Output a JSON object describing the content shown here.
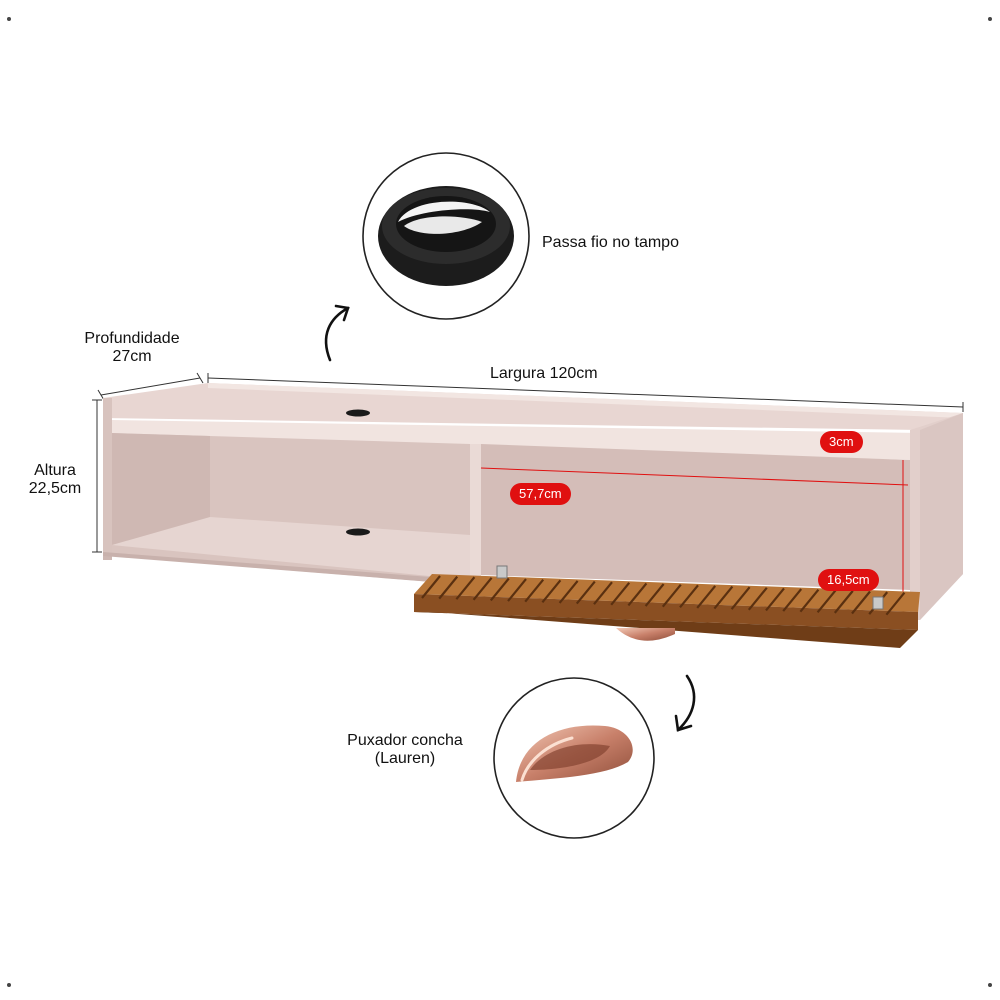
{
  "callouts": {
    "grommet": {
      "label": "Passa fio no tampo",
      "icon": "cable-grommet-icon"
    },
    "handle": {
      "label_line1": "Puxador concha",
      "label_line2": "(Lauren)",
      "icon": "shell-handle-icon"
    }
  },
  "dimensions": {
    "depth": {
      "line1": "Profundidade",
      "line2": "27cm"
    },
    "width": "Largura 120cm",
    "height": {
      "line1": "Altura",
      "line2": "22,5cm"
    }
  },
  "badges": {
    "top_thickness": "3cm",
    "inner_width": "57,7cm",
    "inner_height": "16,5cm"
  },
  "colors": {
    "cabinet": "#eddcd8",
    "wood": "#a0622c",
    "badge": "#e01010",
    "copper": "#c8806a"
  }
}
